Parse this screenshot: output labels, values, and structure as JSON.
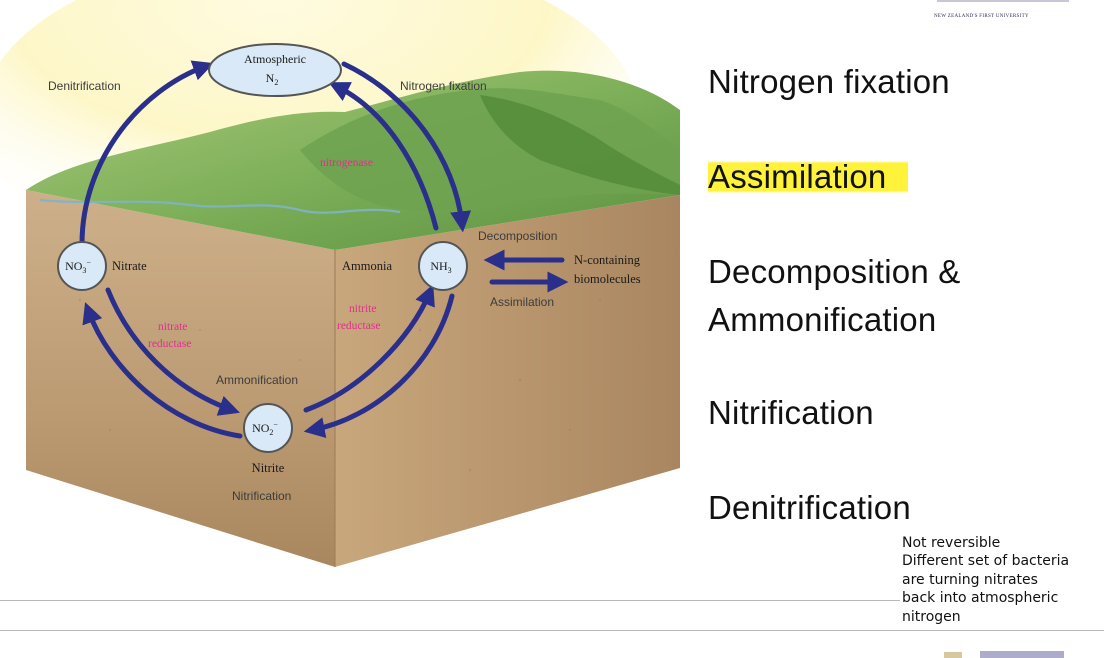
{
  "diagram": {
    "nodes": {
      "atmospheric": {
        "line1": "Atmospheric",
        "line2": "N",
        "sub": "2"
      },
      "nitrate": {
        "formula": "NO",
        "sub": "3",
        "sup": "−",
        "name": "Nitrate"
      },
      "ammonia": {
        "formula": "NH",
        "sub": "3",
        "name": "Ammonia"
      },
      "nitrite": {
        "formula": "NO",
        "sub": "2",
        "sup": "−",
        "name": "Nitrite"
      }
    },
    "labels": {
      "denitrification": "Denitrification",
      "nitrogen_fixation": "Nitrogen fixation",
      "decomposition": "Decomposition",
      "assimilation": "Assimilation",
      "n_containing_1": "N-containing",
      "n_containing_2": "biomolecules",
      "ammonification": "Ammonification",
      "nitrification": "Nitrification"
    },
    "enzymes": {
      "nitrogenase": "nitrogenase",
      "nitrate_reductase_1": "nitrate",
      "nitrate_reductase_2": "reductase",
      "nitrite_reductase_1": "nitrite",
      "nitrite_reductase_2": "reductase"
    },
    "colors": {
      "arrow": "#2a2f8c",
      "enzyme": "#e0308f",
      "node_fill": "#d9e9f7"
    }
  },
  "processes": [
    {
      "label": "Nitrogen fixation",
      "highlighted": false
    },
    {
      "label": "Assimilation",
      "highlighted": true
    },
    {
      "label": "Decomposition &",
      "highlighted": false
    },
    {
      "label": "Ammonification",
      "highlighted": false
    },
    {
      "label": "Nitrification",
      "highlighted": false
    },
    {
      "label": "Denitrification",
      "highlighted": false
    }
  ],
  "note": {
    "line1": "Not reversible",
    "line2": "Different set of bacteria",
    "line3": "are turning nitrates",
    "line4": "back into atmospheric",
    "line5": "nitrogen"
  },
  "branding": {
    "tagline": "NEW ZEALAND'S FIRST UNIVERSITY"
  },
  "highlight_color": "#fff23a"
}
